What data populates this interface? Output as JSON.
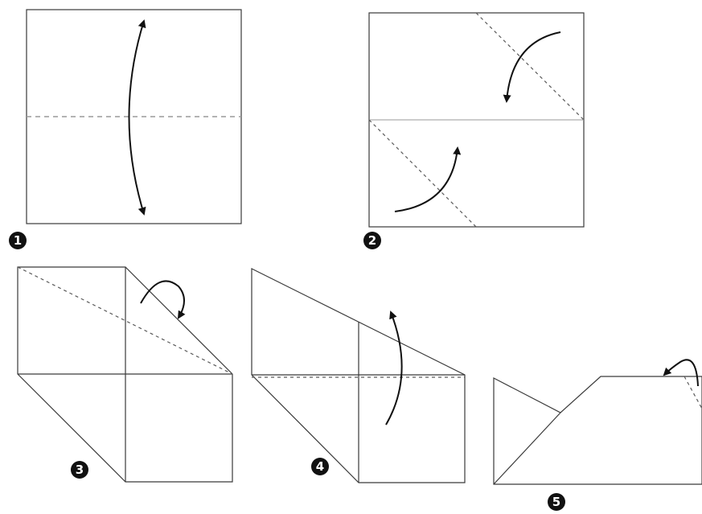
{
  "steps": [
    {
      "id": "step-1",
      "number": "1"
    },
    {
      "id": "step-2",
      "number": "2"
    },
    {
      "id": "step-3",
      "number": "3"
    },
    {
      "id": "step-4",
      "number": "4"
    },
    {
      "id": "step-5",
      "number": "5"
    }
  ],
  "colors": {
    "line": "#3a3a3a",
    "dashed_fold": "#5a5a5a",
    "arrow": "#111111",
    "badge": "#111111"
  }
}
